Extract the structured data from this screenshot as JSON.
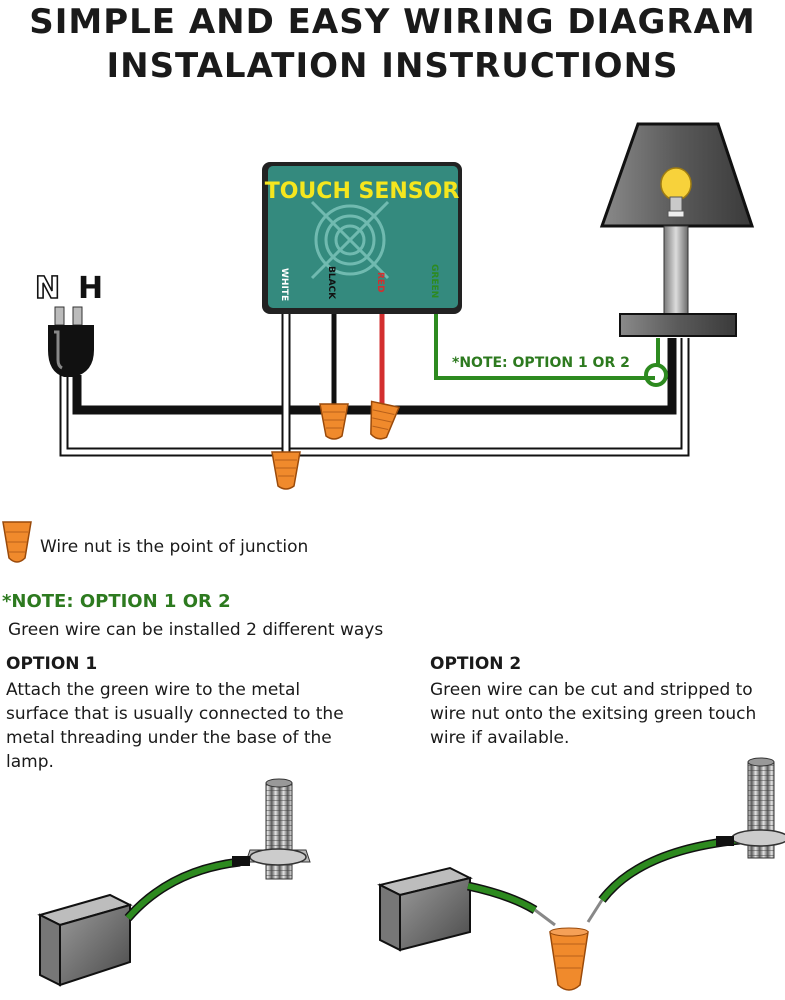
{
  "title": {
    "line1": "SIMPLE AND EASY WIRING DIAGRAM",
    "line2": "INSTALATION INSTRUCTIONS"
  },
  "sensor": {
    "label": "TOUCH SENSOR",
    "wire_labels": {
      "white": "WHITE",
      "black": "BLACK",
      "red": "RED",
      "green": "GREEN"
    }
  },
  "plug": {
    "neutral": "N",
    "hot": "H"
  },
  "diagram_note": "*NOTE: OPTION 1 OR 2",
  "legend": {
    "text": "Wire nut is the point of junction"
  },
  "note": {
    "heading": "*NOTE: OPTION 1 OR 2",
    "body": "Green wire can be installed 2 different ways"
  },
  "option1": {
    "heading": "OPTION 1",
    "body": "Attach the green wire to the metal surface that is usually connected to the metal threading under the base of the lamp."
  },
  "option2": {
    "heading": "OPTION 2",
    "body": "Green wire can be cut and stripped to wire nut onto the exitsing green touch wire if available."
  },
  "colors": {
    "sensor_box": "#2e7d74",
    "sensor_label": "#f5e61e",
    "green_wire": "#2d8a1f",
    "red_wire": "#d32f2f",
    "wire_nut": "#f08a2c"
  }
}
